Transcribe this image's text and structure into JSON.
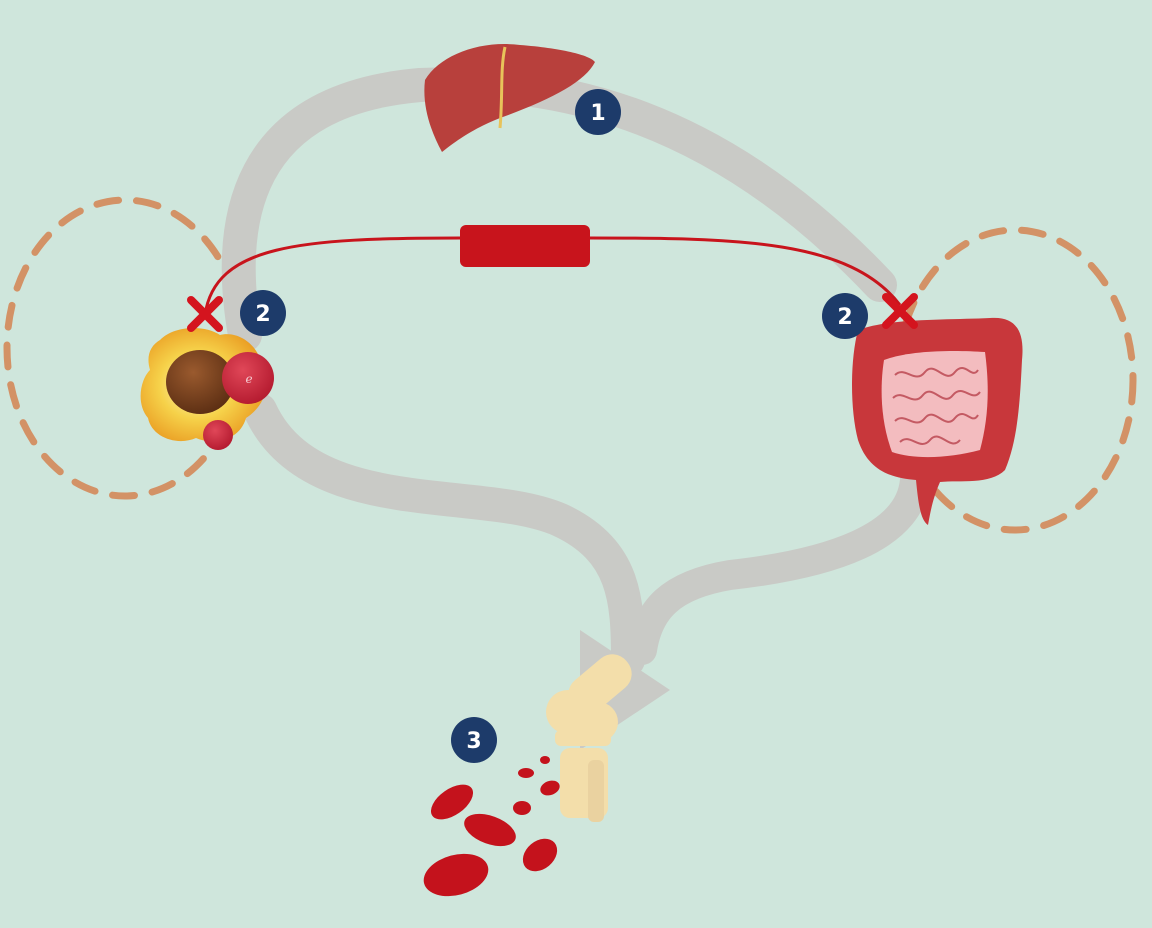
{
  "diagram": {
    "steps": {
      "liver": "1",
      "macrophage": "2",
      "intestine": "2",
      "bone_marrow": "3"
    },
    "macrophage_letter": "e",
    "icons": {
      "liver": "liver-icon",
      "macrophage": "macrophage-cell-icon",
      "intestine": "intestine-icon",
      "bone": "knee-bone-icon",
      "red_blood_cells": "red-blood-cell-icon",
      "block_left": "cross-mark-icon",
      "block_right": "cross-mark-icon",
      "hormone_bar": "hormone-bar-icon"
    },
    "colors": {
      "background": "#cfe6dc",
      "flow_arrow": "#c9cac6",
      "liver": "#b8403c",
      "hormone_line": "#c8141c",
      "dashed_loop": "#d39266",
      "badge": "#1d3b6a",
      "intestine": "#c8373b",
      "intestine_inner": "#f3bcbf",
      "blood_cell": "#c4121c",
      "bone": "#f3deaa"
    }
  }
}
